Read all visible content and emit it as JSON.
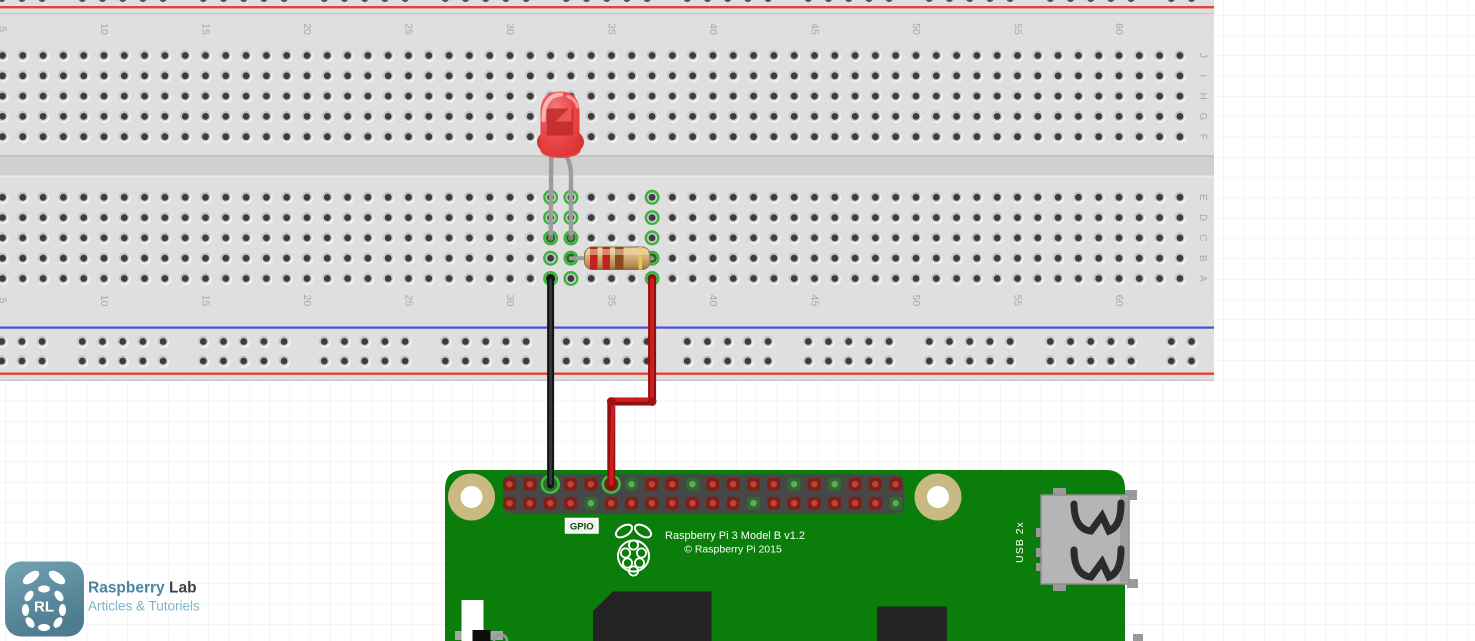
{
  "canvas": {
    "background": "#ffffff",
    "grid_color": "#e7eaf3",
    "grid_size": 20.3
  },
  "breadboard": {
    "body_color": "#dfdfdf",
    "channel_color": "#d0d0d0",
    "hole_color": "#3d3d3d",
    "rail_line_red": "#e04338",
    "rail_line_blue": "#4d4dd4",
    "label_color": "#a8a8a8",
    "highlight_ring_color": "#3cb43c",
    "column_labels": [
      "5",
      "10",
      "15",
      "20",
      "25",
      "30",
      "35",
      "40",
      "45",
      "50",
      "55",
      "60"
    ],
    "row_labels": [
      "J",
      "I",
      "H",
      "G",
      "F",
      "E",
      "D",
      "C",
      "B",
      "A"
    ]
  },
  "circuit": {
    "highlighted_columns": [
      32,
      33,
      37
    ],
    "occupied_holes": [
      [
        "C",
        32
      ],
      [
        "C",
        33
      ],
      [
        "B",
        33
      ],
      [
        "B",
        37
      ],
      [
        "A",
        32
      ],
      [
        "A",
        37
      ]
    ],
    "led": {
      "body_color": "#e84040",
      "columns": [
        32,
        33
      ],
      "row": "C"
    },
    "resistor": {
      "body_color": "#caa56e",
      "bands": [
        "red",
        "red",
        "brown",
        "gold"
      ],
      "row": "B",
      "columns": [
        33,
        37
      ]
    },
    "black_wire": {
      "color": "#1c1c1c"
    },
    "red_wire": {
      "color": "#c41818"
    }
  },
  "raspberry_pi": {
    "board_color": "#0a7d0a",
    "gpio_label": "GPIO",
    "model_text": "Raspberry Pi 3 Model B v1.2",
    "copyright_text": "© Raspberry Pi 2015",
    "usb_label": "USB 2x",
    "header": {
      "pins_per_row": 20,
      "pin_color": "#7c2018",
      "pin_dot_color": "#c04238",
      "ground_pin_color": "#2f6a2e",
      "ground_dot_color": "#63a85c",
      "green_pins_top": [
        3,
        7,
        10,
        15,
        17
      ],
      "green_pins_bottom": [
        5,
        13,
        20
      ],
      "connected_pins_top": [
        3,
        6
      ],
      "connection_ring_color": "#38c438"
    }
  },
  "watermark": {
    "initials": "RL",
    "brand": "Raspberry",
    "brand_suffix": " Lab",
    "tagline": "Articles & Tutoriels",
    "badge_color_top": "#72a3b4",
    "badge_color_bottom": "#4d7b8f",
    "brand_color": "#4a84a0",
    "suffix_color": "#3b4147",
    "tagline_color": "#7fb3c8"
  }
}
